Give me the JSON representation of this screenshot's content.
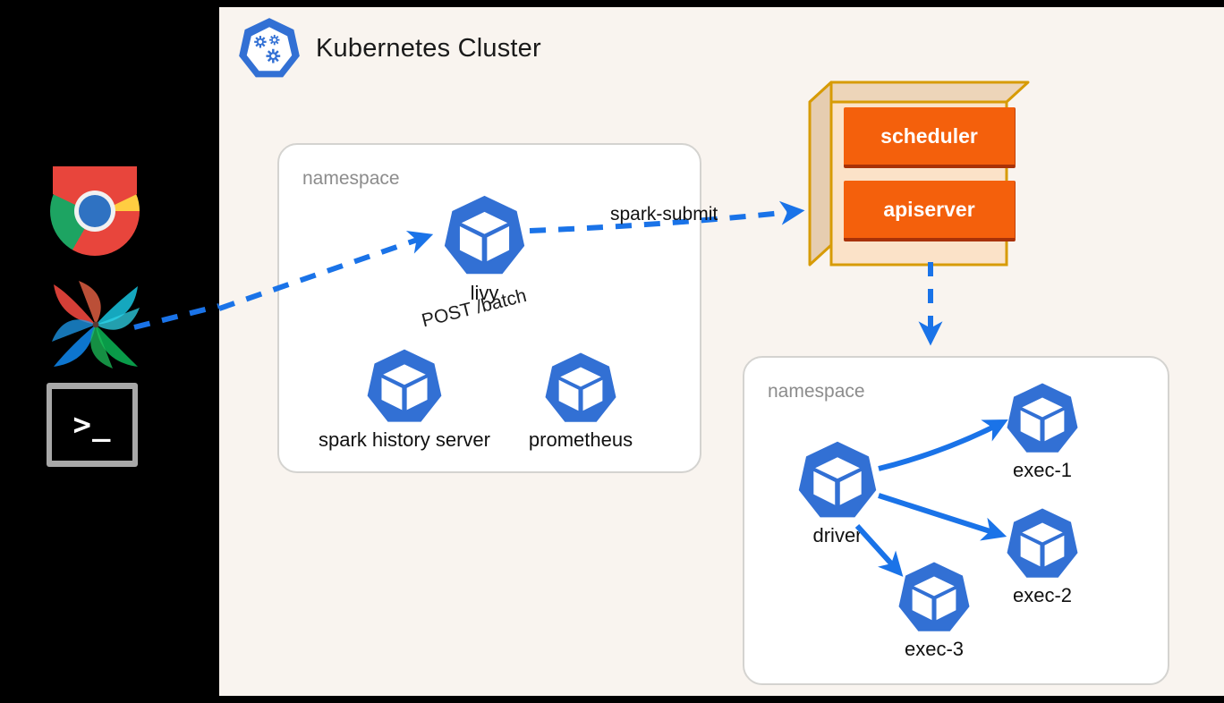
{
  "canvas": {
    "background_color": "#f9f4ef",
    "desktop_background": "#000000"
  },
  "header": {
    "title": "Kubernetes Cluster",
    "logo_icon": "kubernetes-logo-icon"
  },
  "dock": {
    "items": [
      {
        "name": "chrome-icon",
        "label": "Google Chrome"
      },
      {
        "name": "airflow-icon",
        "label": "Apache Airflow"
      },
      {
        "name": "terminal-icon",
        "label": "Terminal",
        "prompt": ">_"
      }
    ]
  },
  "namespaces": [
    {
      "id": "ns-left",
      "label": "namespace",
      "pods": [
        {
          "id": "livy",
          "label": "livy"
        },
        {
          "id": "spark-history-server",
          "label": "spark history server"
        },
        {
          "id": "prometheus",
          "label": "prometheus"
        }
      ]
    },
    {
      "id": "ns-right",
      "label": "namespace",
      "pods": [
        {
          "id": "driver",
          "label": "driver"
        },
        {
          "id": "exec-1",
          "label": "exec-1"
        },
        {
          "id": "exec-2",
          "label": "exec-2"
        },
        {
          "id": "exec-3",
          "label": "exec-3"
        }
      ]
    }
  ],
  "control_plane": {
    "components": [
      {
        "id": "scheduler",
        "label": "scheduler"
      },
      {
        "id": "apiserver",
        "label": "apiserver"
      }
    ],
    "box_face_color": "#fbe2c8",
    "box_side_color": "#edd5b9",
    "box_border_color": "#d79b06",
    "component_color": "#f4600c"
  },
  "edges": [
    {
      "id": "post-batch",
      "label": "POST /batch",
      "style": "dashed",
      "color": "#1a73e8",
      "from": "airflow-icon",
      "to": "livy"
    },
    {
      "id": "spark-submit",
      "label": "spark-submit",
      "style": "dashed",
      "color": "#1a73e8",
      "from": "livy",
      "to": "apiserver"
    },
    {
      "id": "apiserver-to-namespace",
      "label": "",
      "style": "dashed",
      "color": "#1a73e8",
      "from": "apiserver",
      "to": "ns-right"
    },
    {
      "id": "driver-exec-1",
      "label": "",
      "style": "solid",
      "color": "#1a73e8",
      "from": "driver",
      "to": "exec-1"
    },
    {
      "id": "driver-exec-2",
      "label": "",
      "style": "solid",
      "color": "#1a73e8",
      "from": "driver",
      "to": "exec-2"
    },
    {
      "id": "driver-exec-3",
      "label": "",
      "style": "solid",
      "color": "#1a73e8",
      "from": "driver",
      "to": "exec-3"
    }
  ],
  "colors": {
    "kubernetes_blue": "#3270d4",
    "arrow_blue": "#1a73e8",
    "namespace_border": "#d4d3d0",
    "namespace_label": "#8c8c8c",
    "orange": "#f4600c",
    "orange_shadow": "#a83208"
  }
}
